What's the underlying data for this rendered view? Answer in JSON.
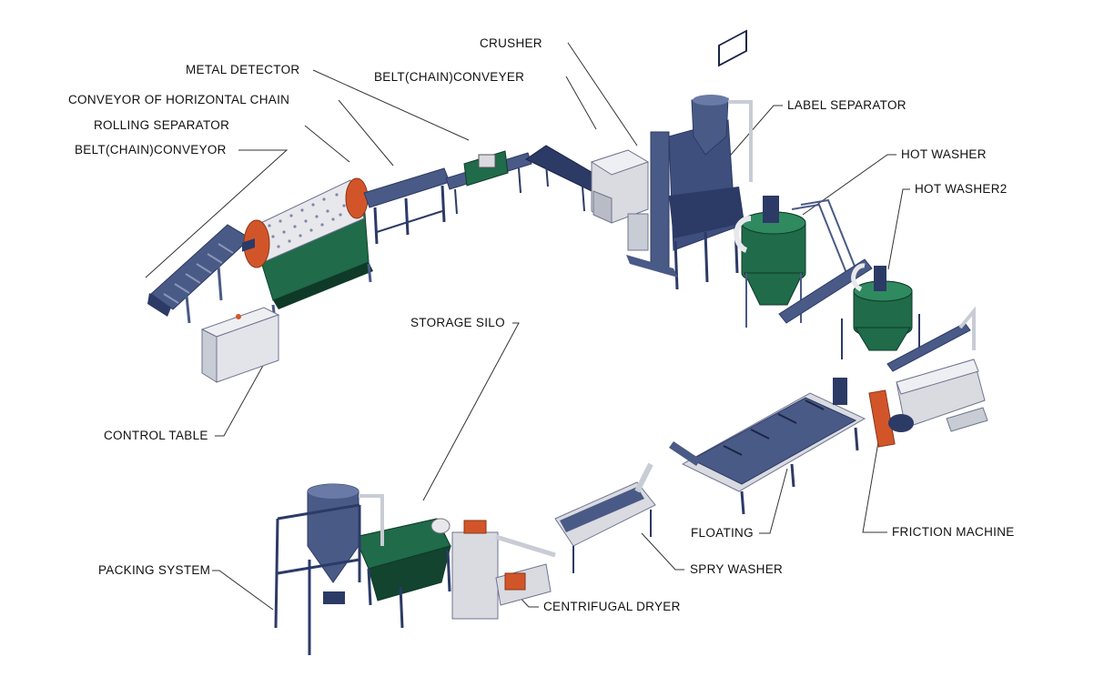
{
  "labels": {
    "crusher": "CRUSHER",
    "metal_detector": "METAL DETECTOR",
    "belt_chain_conveyer": "BELT(CHAIN)CONVEYER",
    "conveyor_horizontal_chain": "CONVEYOR OF HORIZONTAL CHAIN",
    "rolling_separator": "ROLLING SEPARATOR",
    "belt_chain_conveyor": "BELT(CHAIN)CONVEYOR",
    "label_separator": "LABEL SEPARATOR",
    "hot_washer": "HOT WASHER",
    "hot_washer2": "HOT WASHER2",
    "storage_silo": "STORAGE SILO",
    "control_table": "CONTROL TABLE",
    "floating": "FLOATING",
    "friction_machine": "FRICTION MACHINE",
    "packing_system": "PACKING SYSTEM",
    "spry_washer": "SPRY WASHER",
    "centrifugal_dryer": "CENTRIFUGAL DRYER"
  },
  "colors": {
    "frame_blue": "#4a5a86",
    "frame_dark": "#2c3a66",
    "tank_green": "#1f6b4a",
    "tank_green_light": "#2f8a60",
    "accent_orange": "#d2552a",
    "panel_grey": "#d9dbe0"
  }
}
